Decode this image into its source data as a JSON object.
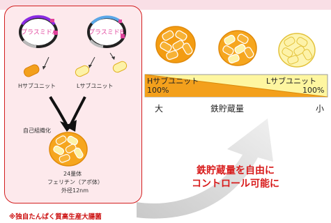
{
  "plasmid_a": "プラスミドA",
  "plasmid_b": "プラスミドB",
  "h_subunit": "Hサブユニット",
  "l_subunit": "Lサブユニット",
  "self_assembly": "自己組織化",
  "oligomer": "24量体",
  "ferritin_apo": "フェリチン（アポ体）",
  "outer_diameter": "外径12nm",
  "footnote": "※独自たんぱく質高生産大腸菌",
  "bar": {
    "h_label": "Hサブユニット",
    "h_pct": "100%",
    "l_label": "Lサブユニット",
    "l_pct": "100%",
    "large": "大",
    "axis_label": "鉄貯蔵量",
    "small": "小"
  },
  "callout": {
    "line1": "鉄貯蔵量を自由に",
    "line2": "コントロール可能に"
  },
  "colors": {
    "panel_border": "#d21e1e",
    "panel_fill": "#fde9ec",
    "h_orange": "#f3a01c",
    "l_yellow": "#fdf2a8",
    "callout_red": "#d81c1c"
  }
}
